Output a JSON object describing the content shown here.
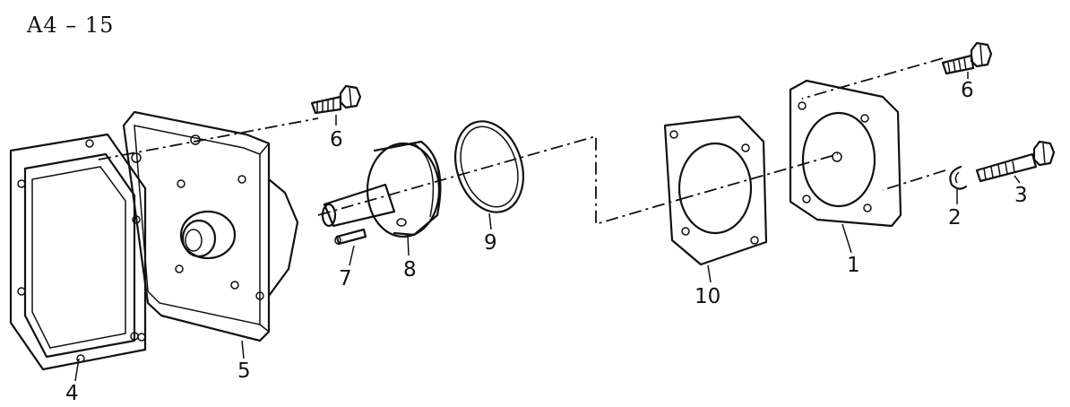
{
  "diagram": {
    "title": "A4 – 15",
    "parts": [
      {
        "id": "1",
        "label": "1"
      },
      {
        "id": "2",
        "label": "2"
      },
      {
        "id": "3",
        "label": "3"
      },
      {
        "id": "4",
        "label": "4"
      },
      {
        "id": "5",
        "label": "5"
      },
      {
        "id": "6a",
        "label": "6"
      },
      {
        "id": "6b",
        "label": "6"
      },
      {
        "id": "7",
        "label": "7"
      },
      {
        "id": "8",
        "label": "8"
      },
      {
        "id": "9",
        "label": "9"
      },
      {
        "id": "10",
        "label": "10"
      }
    ]
  }
}
